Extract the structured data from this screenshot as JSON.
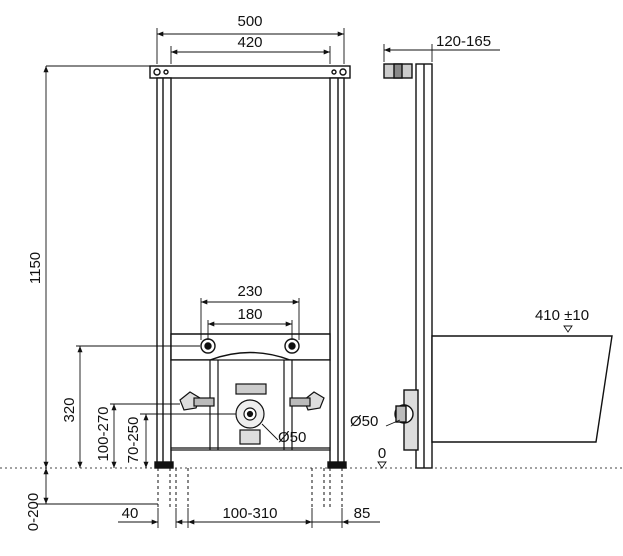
{
  "dimensions": {
    "frame_width_outer": "500",
    "frame_width_inner": "420",
    "depth": "120-165",
    "height_total": "1150",
    "fixing_spacing_outer": "230",
    "fixing_spacing_inner": "180",
    "bowl_projection": "410 ±10",
    "height_320": "320",
    "height_100_270": "100-270",
    "height_70_250": "70-250",
    "drain_diameter_front": "Ø50",
    "drain_diameter_side": "Ø50",
    "floor_level": "0",
    "floor_offset": "0-200",
    "foot_40": "40",
    "horizontal_100_310": "100-310",
    "foot_85": "85"
  }
}
